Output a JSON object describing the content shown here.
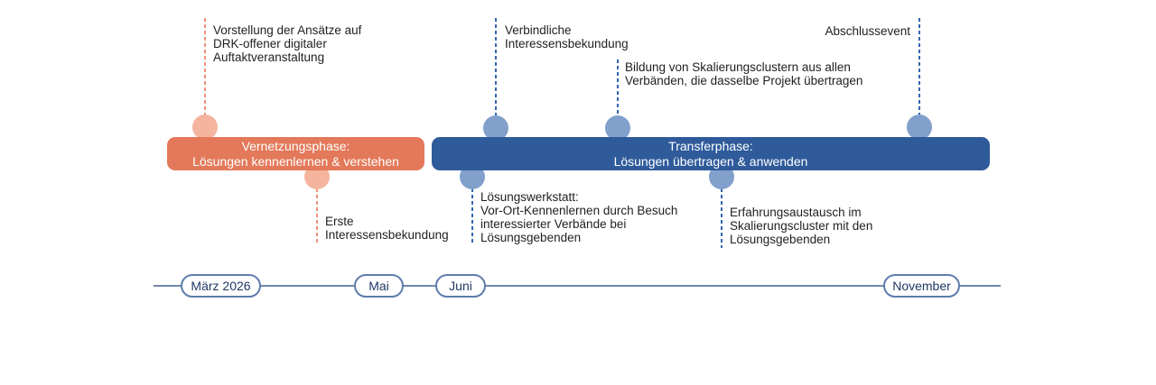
{
  "phases": [
    {
      "name": "Vernetzungsphase:\nLösungen kennenlernen & verstehen",
      "color": "#E3795A"
    },
    {
      "name": "Transferphase:\nLösungen übertragen & anwenden",
      "color": "#2F5B9B"
    }
  ],
  "milestones": [
    {
      "label": "Vorstellung der Ansätze auf\nDRK-offener digitaler\nAuftaktveranstaltung",
      "phase": "Vernetzungsphase",
      "side": "top"
    },
    {
      "label": "Erste\nInteressensbekundung",
      "phase": "Vernetzungsphase",
      "side": "bottom"
    },
    {
      "label": "Lösungswerkstatt:\nVor-Ort-Kennenlernen durch Besuch\ninteressierter Verbände bei\nLösungsgebenden",
      "phase": "Transferphase",
      "side": "bottom"
    },
    {
      "label": "Verbindliche\nInteressensbekundung",
      "phase": "Transferphase",
      "side": "top"
    },
    {
      "label": "Bildung von Skalierungsclustern aus allen\nVerbänden, die dasselbe Projekt übertragen",
      "phase": "Transferphase",
      "side": "top"
    },
    {
      "label": "Erfahrungsaustausch im\nSkalierungscluster mit den\nLösungsgebenden",
      "phase": "Transferphase",
      "side": "bottom"
    },
    {
      "label": "Abschlussevent",
      "phase": "Transferphase",
      "side": "top"
    }
  ],
  "timeline": {
    "months": [
      {
        "label": "März 2026"
      },
      {
        "label": "Mai"
      },
      {
        "label": "Juni"
      },
      {
        "label": "November"
      }
    ]
  },
  "colors": {
    "phase1_bar": "#E3795A",
    "phase1_marker": "#F5B49E",
    "phase1_connector": "#EF9179",
    "phase2_bar": "#2F5B9B",
    "phase2_marker": "#82A0CC",
    "phase2_connector": "#3366AE",
    "axis_line": "#7086AB",
    "month_pill_border": "#5E7CAC",
    "month_pill_text": "#1F3864",
    "annotation_text": "#1F1F1F",
    "bar_text": "#FFFFFF"
  }
}
